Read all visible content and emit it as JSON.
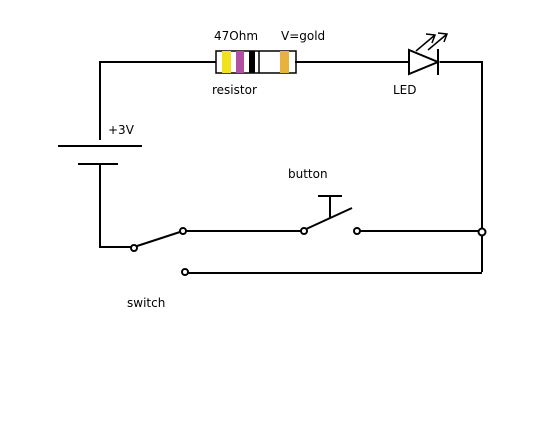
{
  "labels": {
    "resistance": "47Ohm",
    "tolerance": "V=gold",
    "resistor": "resistor",
    "led": "LED",
    "voltage": "+3V",
    "button": "button",
    "switch": "switch"
  },
  "resistor_bands": [
    "#f2e21b",
    "#b14fa3",
    "#000000",
    "#e8b33a"
  ],
  "colors": {
    "wire": "#000000",
    "background": "#ffffff"
  }
}
